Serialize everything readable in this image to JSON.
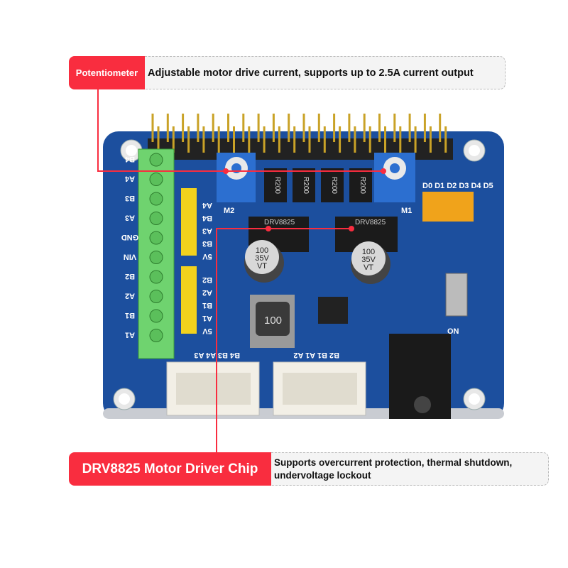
{
  "callouts": {
    "potentiometer": {
      "label": "Potentiometer",
      "description": "Adjustable motor drive current, supports up to 2.5A current output"
    },
    "driver_chip": {
      "label": "DRV8825 Motor Driver Chip",
      "description": "Supports overcurrent protection, thermal shutdown, undervoltage lockout"
    }
  },
  "board": {
    "terminal_labels": [
      "B4",
      "A4",
      "B3",
      "A3",
      "GND",
      "VIN",
      "B2",
      "A2",
      "B1",
      "A1"
    ],
    "header_labels_top": [
      "A4",
      "B4",
      "A3",
      "B3",
      "5V"
    ],
    "header_labels_bottom": [
      "B2",
      "A2",
      "B1",
      "A1",
      "5V"
    ],
    "connector_labels": [
      "B4 B3 A4 A3",
      "B2 B1 A1 A2"
    ],
    "motor_labels": [
      "M2",
      "M1"
    ],
    "resistor_label": "R200",
    "chip_label": "DRV8825",
    "capacitor_label": [
      "100",
      "35V",
      "VT"
    ],
    "inductor_label": "100",
    "dip_label": "D0 D1 D2 D3 D4 D5",
    "switch_label": "ON"
  },
  "colors": {
    "accent": "#f92d3f",
    "pcb": "#1c4f9e",
    "terminal": "#6fd36f"
  }
}
